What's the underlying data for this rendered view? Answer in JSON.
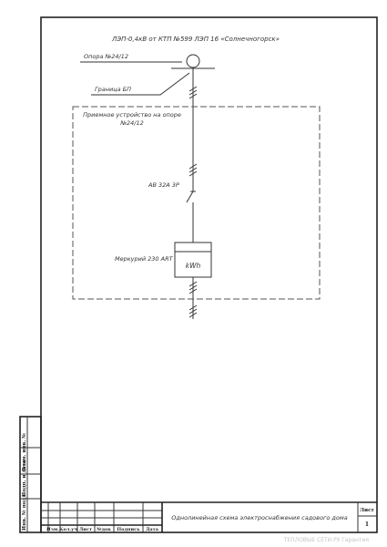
{
  "diagram": {
    "line_title": "ЛЭП-0,4кВ от КТП №599 ЛЭП 16 «Солнечногорск»",
    "support_label": "Опора №24/12",
    "boundary_label": "Граница БП",
    "receiver_label_1": "Приемное устройство на опоре",
    "receiver_label_2": "№24/12",
    "breaker_label": "АВ 32А 3Р",
    "meter_label": "Меркурий 230 ART",
    "meter_unit": "kWh"
  },
  "title_block": {
    "drawing_title": "Однолинейная схема электроснабжения садового дома",
    "sheet_label": "Лист",
    "sheet_number": "1",
    "headers": [
      "Изм.",
      "Кол.уч",
      "Лист",
      "№док",
      "Подпись",
      "Дата"
    ]
  },
  "side_stamp": {
    "columns": [
      "Инв. № подл.",
      "Подп. и дата",
      "Взам. инв. №"
    ]
  },
  "watermark": "ТЕПЛОВЫЕ СЕТИ.РУ Гарантия"
}
